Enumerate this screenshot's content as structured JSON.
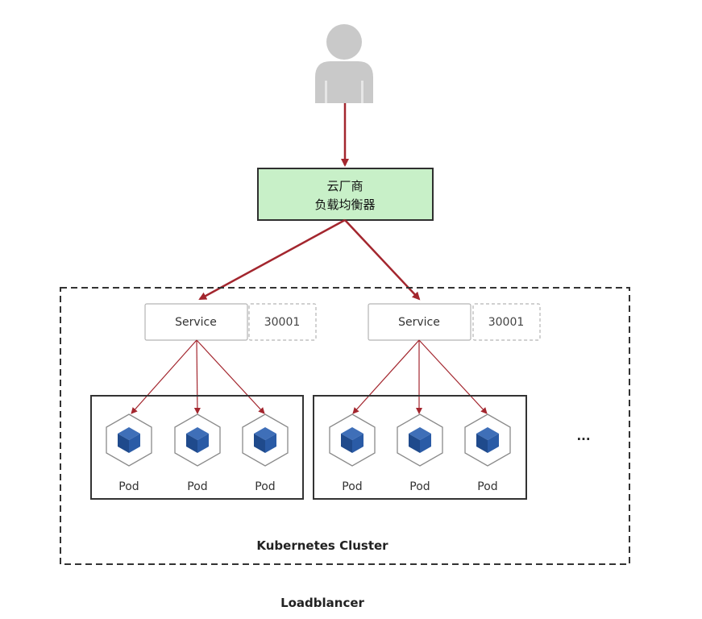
{
  "load_balancer": {
    "line1": "云厂商",
    "line2": "负载均衡器"
  },
  "services": [
    {
      "label": "Service",
      "port": "30001",
      "pods": [
        "Pod",
        "Pod",
        "Pod"
      ]
    },
    {
      "label": "Service",
      "port": "30001",
      "pods": [
        "Pod",
        "Pod",
        "Pod"
      ]
    }
  ],
  "ellipsis": "...",
  "cluster_label": "Kubernetes Cluster",
  "caption": "Loadblancer",
  "colors": {
    "arrow": "#a3262e",
    "lb_fill": "#c8f0c8",
    "lb_border": "#2f2f2f",
    "user": "#c9c9c9",
    "pod_cube": "#1f4a8c"
  },
  "icons": {
    "user": "user-icon",
    "pod": "pod-cube-icon"
  }
}
